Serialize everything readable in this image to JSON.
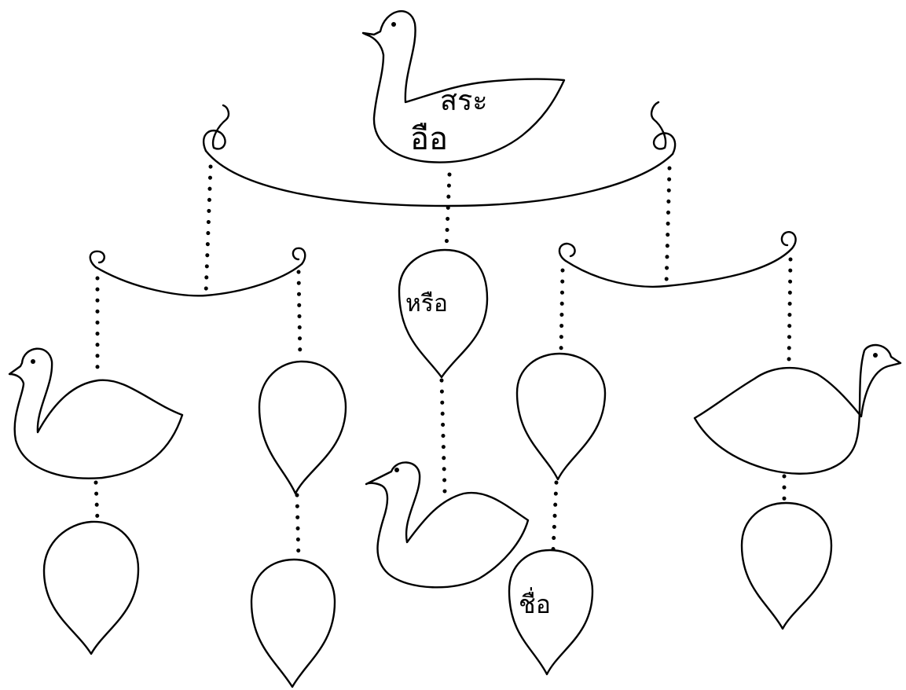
{
  "labels": {
    "vowel_word": "สระ",
    "vowel": "อือ",
    "word_or": "หรือ",
    "word_name": "ชื่อ"
  },
  "colors": {
    "ink": "#000000",
    "paper": "#ffffff"
  }
}
